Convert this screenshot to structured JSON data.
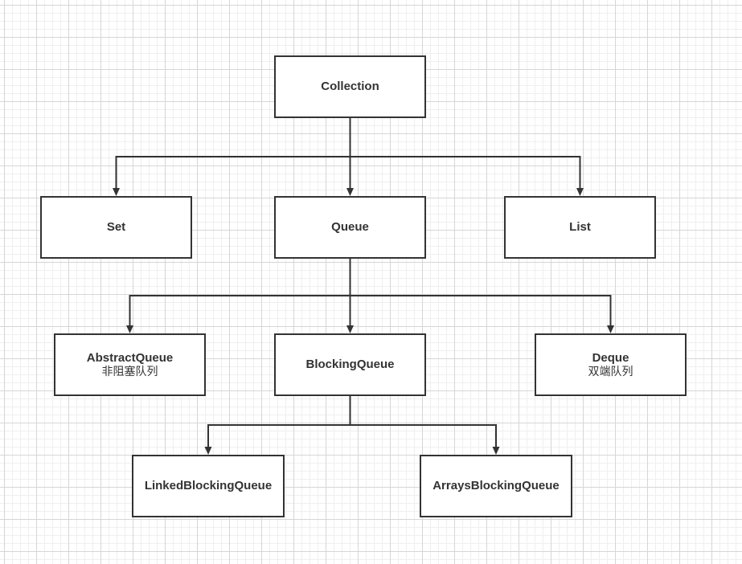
{
  "colors": {
    "stroke": "#333333",
    "node_fill": "#ffffff",
    "grid_major": "#d6d6d6",
    "grid_minor": "#efefef",
    "background": "#ffffff"
  },
  "nodes": {
    "collection": {
      "label": "Collection",
      "sublabel": ""
    },
    "set": {
      "label": "Set",
      "sublabel": ""
    },
    "queue": {
      "label": "Queue",
      "sublabel": ""
    },
    "list": {
      "label": "List",
      "sublabel": ""
    },
    "abstract_queue": {
      "label": "AbstractQueue",
      "sublabel": "非阻塞队列"
    },
    "blocking_queue": {
      "label": "BlockingQueue",
      "sublabel": ""
    },
    "deque": {
      "label": "Deque",
      "sublabel": "双端队列"
    },
    "linked_blocking_queue": {
      "label": "LinkedBlockingQueue",
      "sublabel": ""
    },
    "arrays_blocking_queue": {
      "label": "ArraysBlockingQueue",
      "sublabel": ""
    }
  },
  "edges": [
    {
      "from": "collection",
      "to": "set"
    },
    {
      "from": "collection",
      "to": "queue"
    },
    {
      "from": "collection",
      "to": "list"
    },
    {
      "from": "queue",
      "to": "abstract_queue"
    },
    {
      "from": "queue",
      "to": "blocking_queue"
    },
    {
      "from": "queue",
      "to": "deque"
    },
    {
      "from": "blocking_queue",
      "to": "linked_blocking_queue"
    },
    {
      "from": "blocking_queue",
      "to": "arrays_blocking_queue"
    }
  ]
}
